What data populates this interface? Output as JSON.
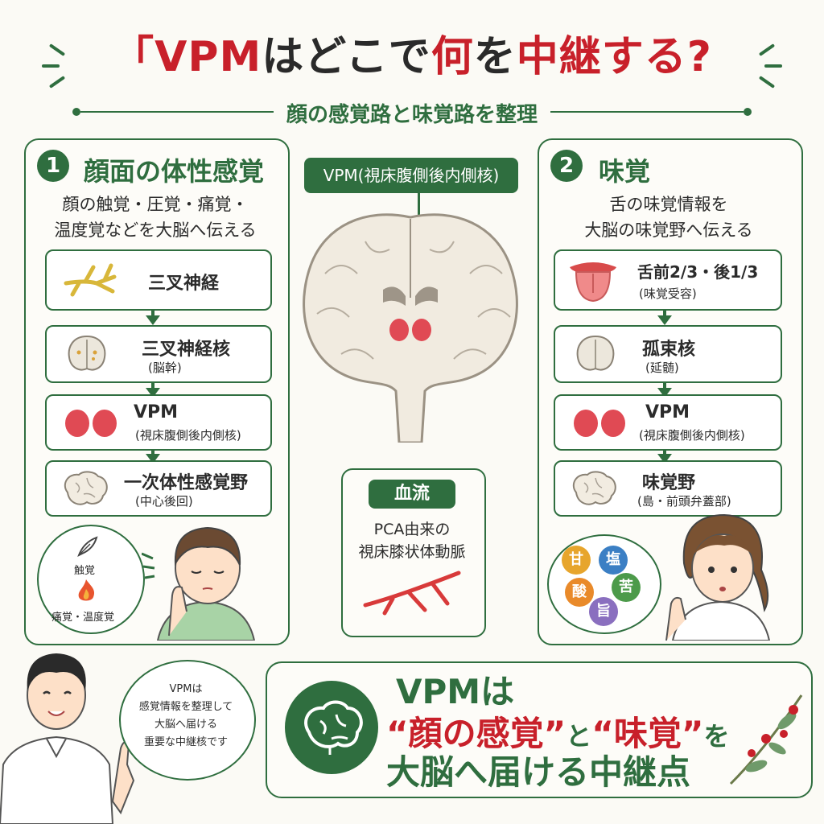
{
  "header": {
    "title_open": "「",
    "title_vpm": "VPM",
    "title_mid": "はどこで",
    "title_what": "何",
    "title_wo": "を",
    "title_relay": "中継する?",
    "subtitle": "顔の感覚路と味覚路を整理"
  },
  "panel1": {
    "number": "1",
    "title": "顔面の体性感覚",
    "desc_line1": "顔の触覚・圧覚・痛覚・",
    "desc_line2": "温度覚などを大脳へ伝える",
    "steps": [
      {
        "main": "三叉神経",
        "sub": ""
      },
      {
        "main": "三叉神経核",
        "sub": "(脳幹)"
      },
      {
        "main": "VPM",
        "sub": "(視床腹側後内側核)"
      },
      {
        "main": "一次体性感覚野",
        "sub": "(中心後回)"
      }
    ],
    "bubble_touch": "触覚",
    "bubble_pain": "痛覚・温度覚"
  },
  "center": {
    "vpm_tag": "VPM(視床腹側後内側核)",
    "blood_title": "血流",
    "blood_line1": "PCA由来の",
    "blood_line2": "視床膝状体動脈"
  },
  "panel2": {
    "number": "2",
    "title": "味覚",
    "desc_line1": "舌の味覚情報を",
    "desc_line2": "大脳の味覚野へ伝える",
    "steps": [
      {
        "main": "舌前2/3・後1/3",
        "sub": "(味覚受容)"
      },
      {
        "main": "孤束核",
        "sub": "(延髄)"
      },
      {
        "main": "VPM",
        "sub": "(視床腹側後内側核)"
      },
      {
        "main": "味覚野",
        "sub": "(島・前頭弁蓋部)"
      }
    ],
    "tastes": [
      "甘",
      "塩",
      "酸",
      "苦",
      "旨"
    ]
  },
  "teacher_bubble": {
    "line1": "VPMは",
    "line2": "感覚情報を整理して",
    "line3": "大脳へ届ける",
    "line4": "重要な中継核です"
  },
  "conclusion": {
    "line1": "VPMは",
    "q1": "“顔の感覚”",
    "to": "と",
    "q2": "“味覚”",
    "wo": "を",
    "line3": "大脳へ届ける中継点"
  },
  "colors": {
    "green": "#2f6e3f",
    "red": "#c8202a"
  },
  "icons": [
    "nerve-icon",
    "brainstem-icon",
    "thalamus-icon",
    "brain-icon",
    "feather-icon",
    "flame-icon",
    "tongue-icon",
    "artery-icon",
    "berry-branch-icon"
  ]
}
